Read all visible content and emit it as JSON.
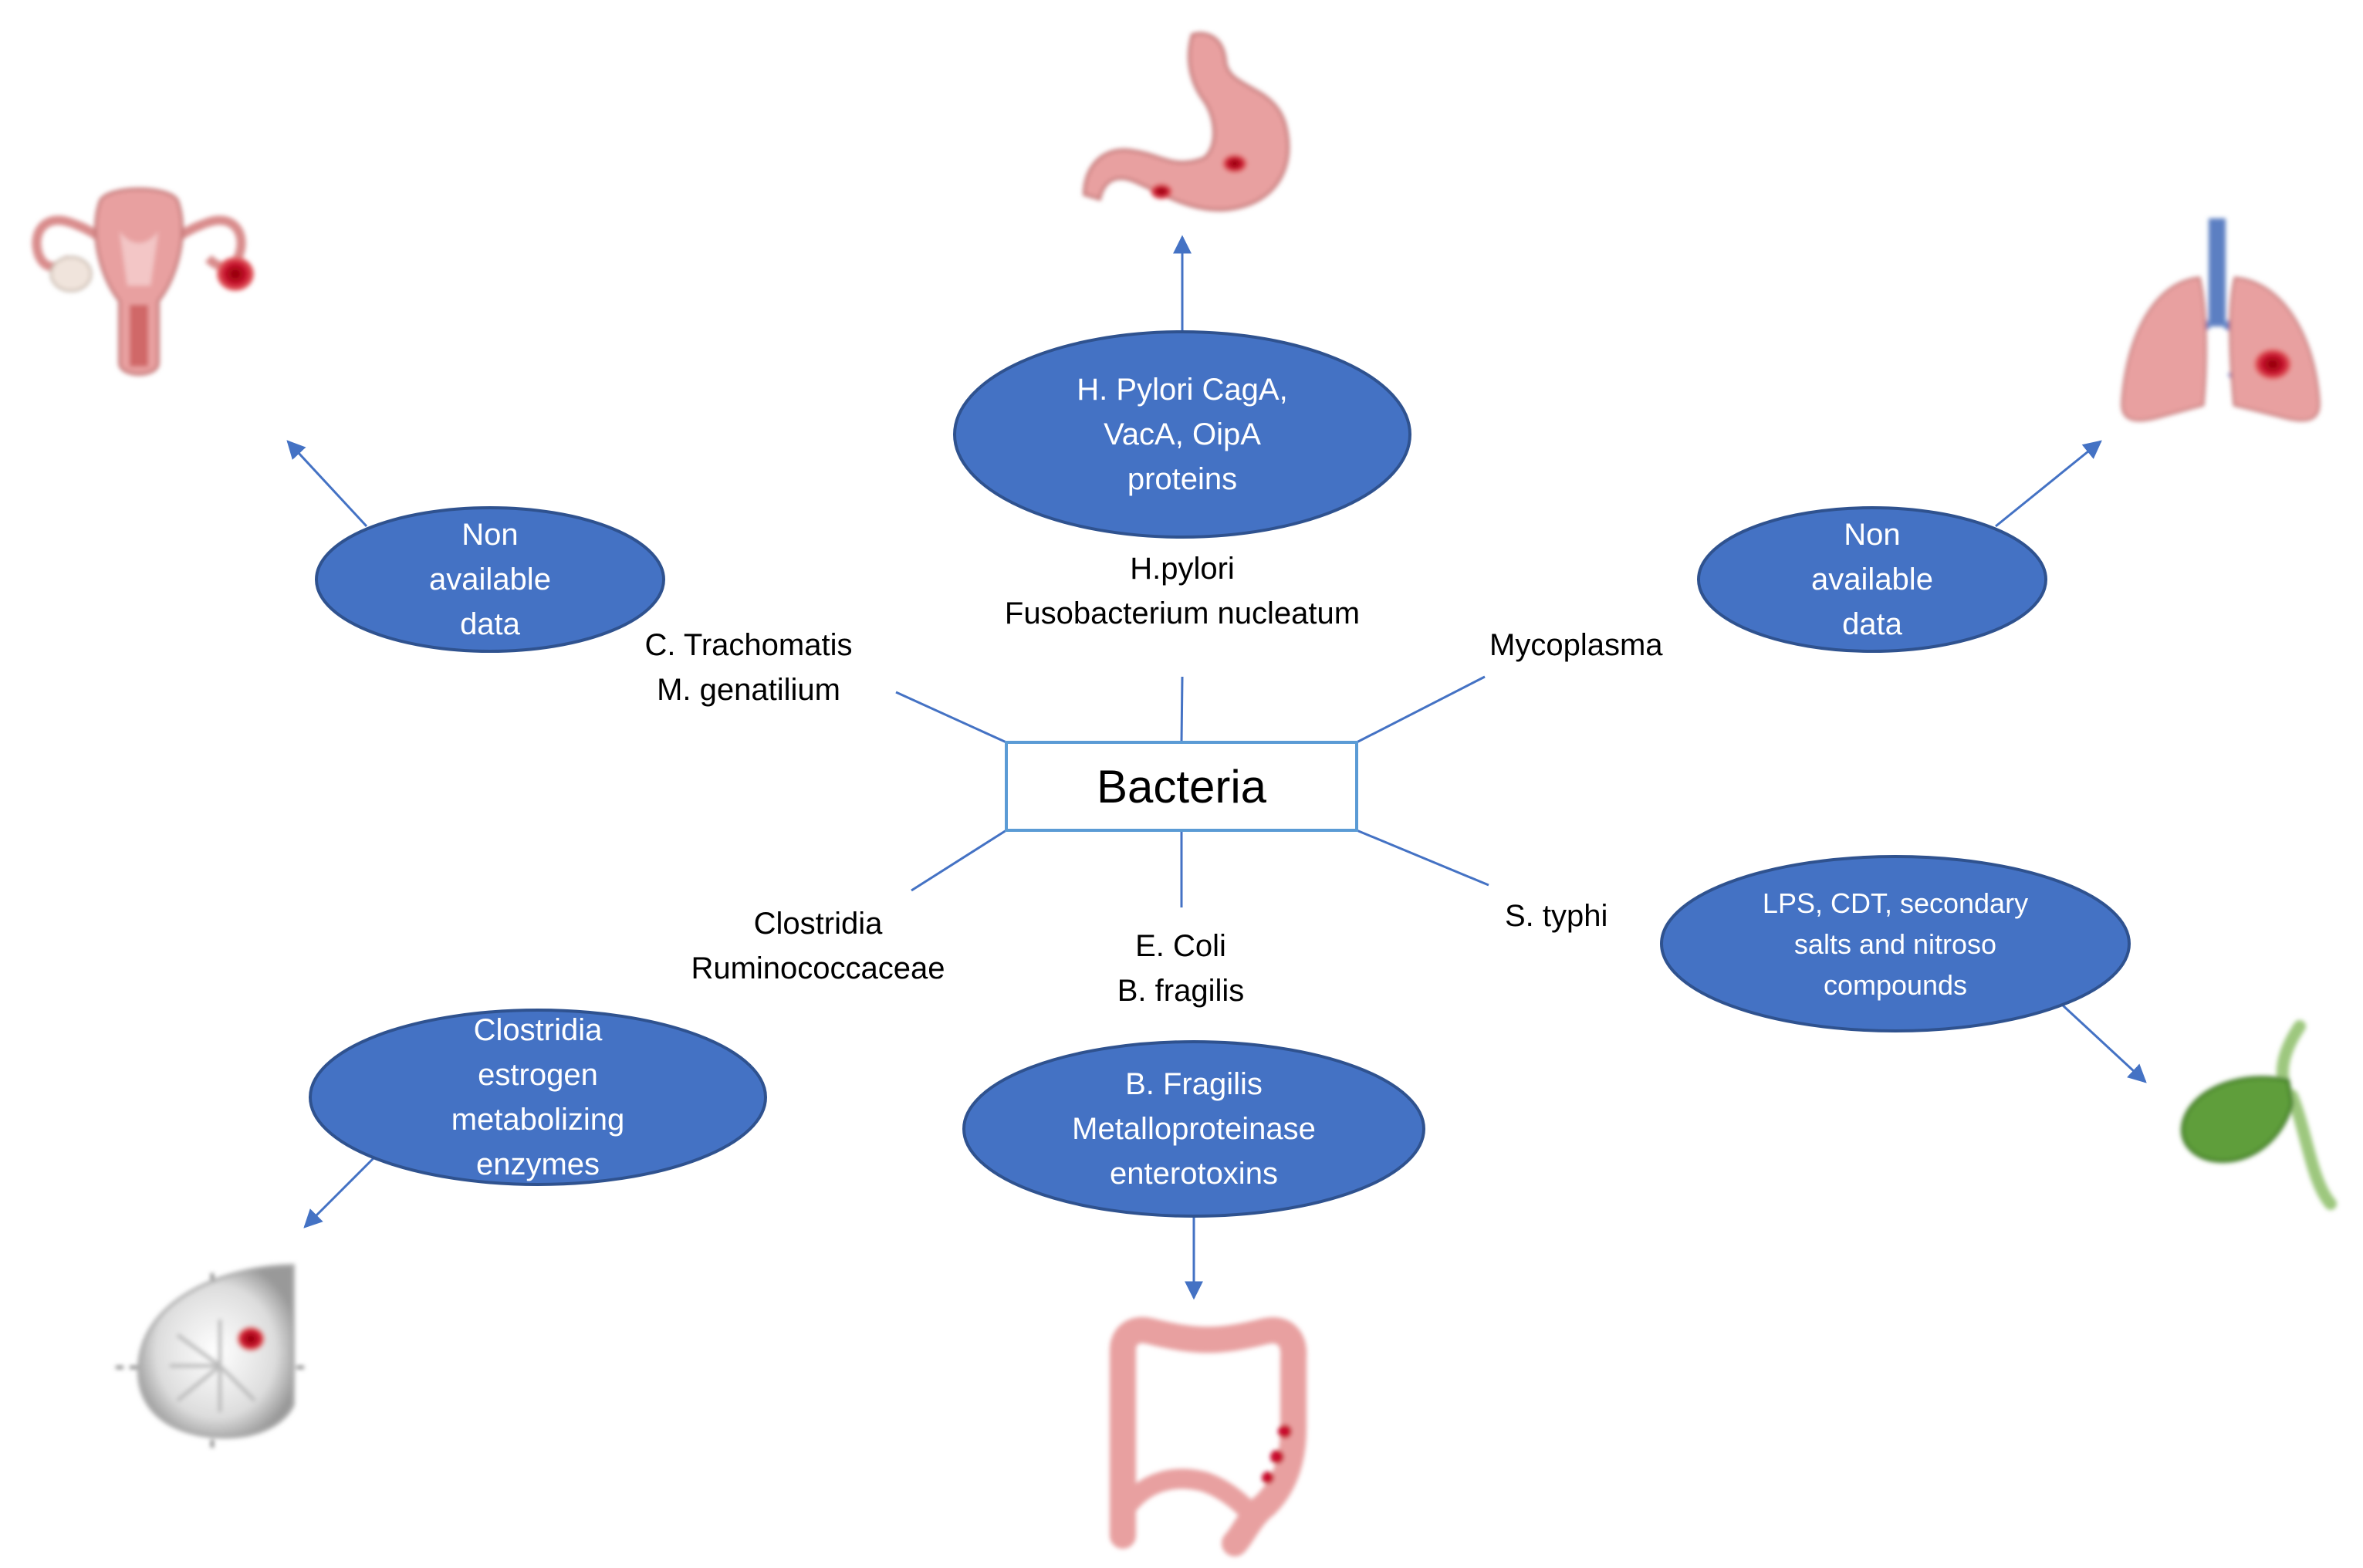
{
  "center": {
    "label": "Bacteria"
  },
  "groups": {
    "top": "H.pylori\nFusobacterium nucleatum",
    "upper_left": "C. Trachomatis\nM. genatilium",
    "upper_right": "Mycoplasma",
    "lower_left": "Clostridia\nRuminococcaceae",
    "bottom": "E. Coli\nB. fragilis",
    "lower_right": "S. typhi"
  },
  "mechanisms": {
    "top": "H. Pylori CagA,\nVacA, OipA\nproteins",
    "upper_left": "Non\navailable\ndata",
    "upper_right": "Non\navailable\ndata",
    "lower_left": "Clostridia\nestrogen\nmetabolizing\nenzymes",
    "bottom": "B. Fragilis\nMetalloproteinase\nenterotoxins",
    "lower_right": "LPS, CDT, secondary\nsalts and  nitroso\ncompounds"
  },
  "organs": {
    "top": "stomach-icon",
    "upper_left": "uterus-ovaries-icon",
    "upper_right": "lungs-icon",
    "lower_left": "breast-icon",
    "bottom": "colon-icon",
    "lower_right": "gallbladder-icon"
  },
  "colors": {
    "ellipse_fill": "#4472C4",
    "ellipse_stroke": "#2F528F",
    "arrow": "#4472C4",
    "box_stroke": "#5B9BD5",
    "organ_pink": "#E8A0A0",
    "tumor_red": "#C8102E",
    "gallbladder_green": "#5E9E3A"
  }
}
